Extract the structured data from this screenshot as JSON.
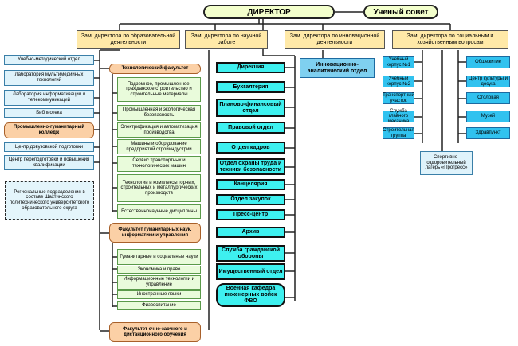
{
  "director": "ДИРЕКТОР",
  "council": "Ученый совет",
  "deputies": {
    "education": "Зам. директора по образовательной деятельности",
    "science": "Зам. директора по научной работе",
    "innovation": "Зам. директора по инновационной деятельности",
    "social": "Зам. директора по социальным и хозяйственным вопросам"
  },
  "left_units": [
    "Учебно-методический отдел",
    "Лаборатория мультимедийных технологий",
    "Лаборатория информатизации и телекоммуникаций",
    "Библиотека"
  ],
  "college": "Промышленно-гуманитарный колледж",
  "left_units_2": [
    "Центр довузовской подготовки",
    "Центр переподготовки и повышения квалификации"
  ],
  "regional": "Региональные подразделения в составе Шахтинского политехнического университетского образовательного округа",
  "tech_faculty": {
    "title": "Технологический факультет",
    "chairs": [
      "Подземное, промышленное, гражданское строительство и строительные материалы",
      "Промышленная и экологическая безопасность",
      "Электрификация и автоматизация производства",
      "Машины и оборудование предприятий стройиндустрии",
      "Сервис транспортных и технологических машин",
      "Технологии и комплексы горных, строительных и металлургических производств",
      "Естественнонаучные дисциплины"
    ]
  },
  "hum_faculty": {
    "title": "Факультет гуманитарных наук, информатики и управления",
    "chairs": [
      "Гуманитарные и социальные науки",
      "Экономика и право",
      "Информационные технологии и управление",
      "Иностранные языки",
      "Физвоспитание"
    ]
  },
  "distance_faculty": "Факультет очно-заочного и дистанционного обучения",
  "admin_units": [
    "Дирекция",
    "Бухгалтерия",
    "Планово-финансовый отдел",
    "Правовой отдел",
    "Отдел кадров",
    "Отдел охраны труда и техники безопасности",
    "Канцелярия",
    "Отдел закупок",
    "Пресс-центр",
    "Архив",
    "Служба гражданской обороны",
    "Имущественный отдел",
    "Военная кафедра инженерных войск ФВО"
  ],
  "innovation_dept": "Инновационно-аналитический отдел",
  "social_left": [
    "Учебный корпус №1",
    "Учебный корпус №2",
    "Транспортный участок",
    "Служба главного механика",
    "Строительная группа"
  ],
  "social_right": [
    "Общежитие",
    "Центр культуры и досуга",
    "Столовая",
    "Музей",
    "Здравпункт"
  ],
  "camp": "Спортивно-оздоровительный лагерь «Прогресс»"
}
